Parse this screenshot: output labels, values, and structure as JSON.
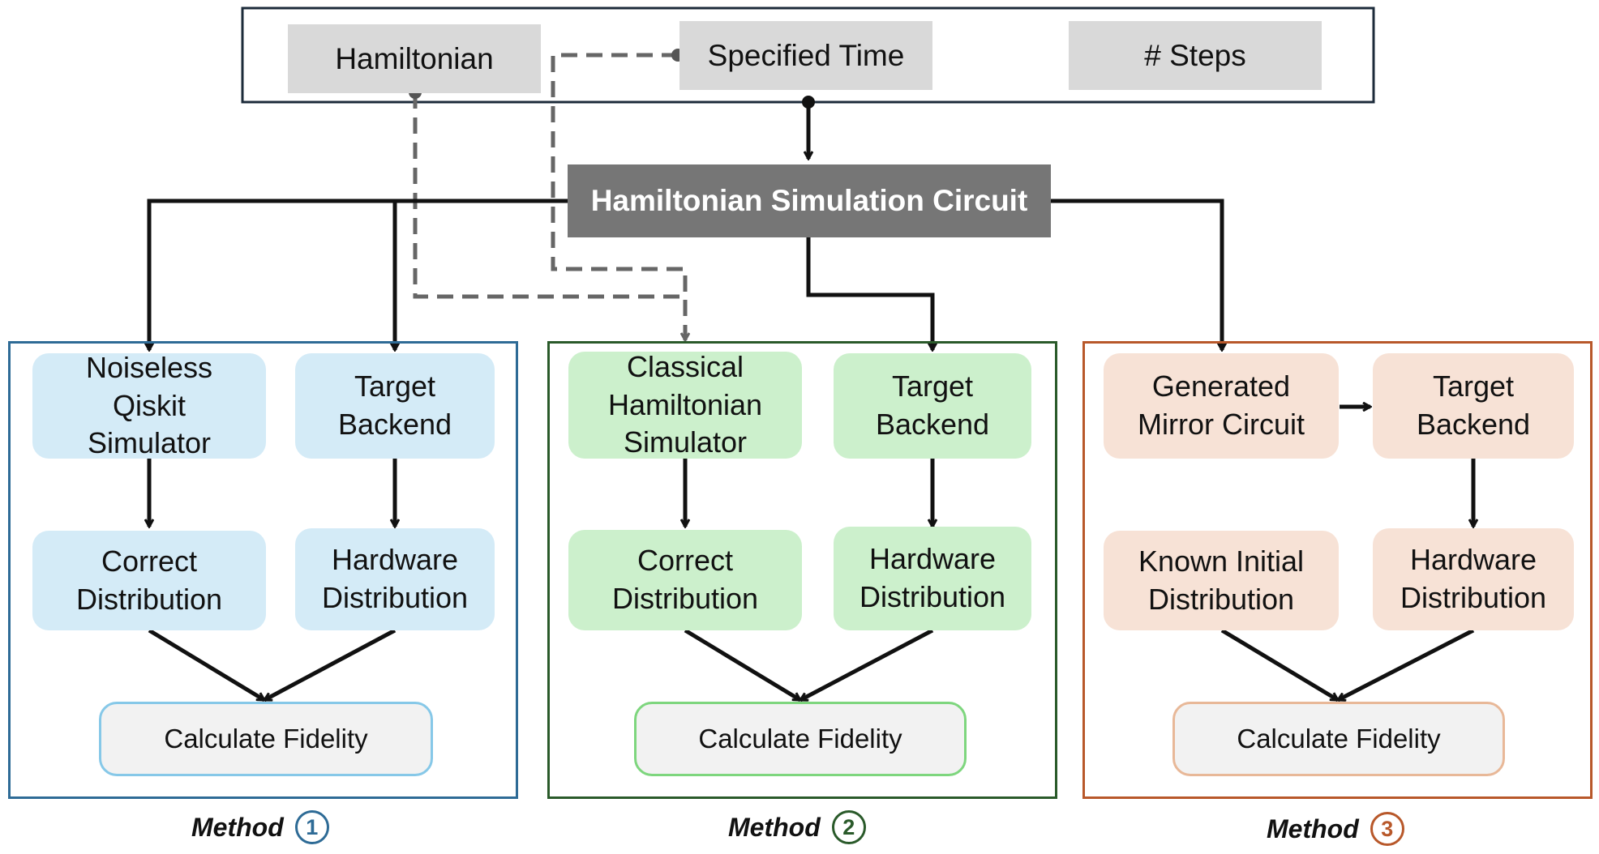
{
  "inputs": {
    "hamiltonian": "Hamiltonian",
    "specified_time": "Specified Time",
    "steps": "# Steps"
  },
  "circuit": "Hamiltonian Simulation Circuit",
  "method1": {
    "label": "Method",
    "number": "1",
    "simulator": "Noiseless\nQiskit\nSimulator",
    "backend": "Target\nBackend",
    "correct": "Correct\nDistribution",
    "hardware": "Hardware\nDistribution",
    "fidelity": "Calculate Fidelity"
  },
  "method2": {
    "label": "Method",
    "number": "2",
    "simulator": "Classical\nHamiltonian\nSimulator",
    "backend": "Target\nBackend",
    "correct": "Correct\nDistribution",
    "hardware": "Hardware\nDistribution",
    "fidelity": "Calculate Fidelity"
  },
  "method3": {
    "label": "Method",
    "number": "3",
    "mirror": "Generated\nMirror Circuit",
    "backend": "Target\nBackend",
    "known": "Known Initial\nDistribution",
    "hardware": "Hardware\nDistribution",
    "fidelity": "Calculate Fidelity"
  },
  "colors": {
    "method1": "#2e6b96",
    "method2": "#2a5a2a",
    "method3": "#b8582a",
    "top_frame": "#1c2b3a"
  }
}
